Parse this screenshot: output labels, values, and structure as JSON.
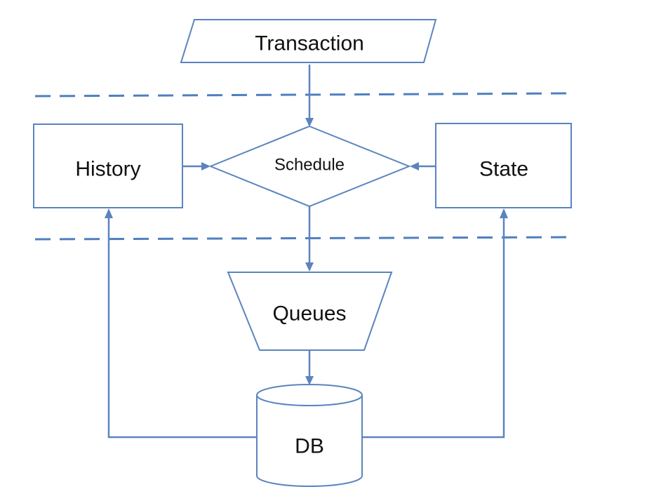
{
  "nodes": {
    "transaction": "Transaction",
    "schedule": "Schedule",
    "history": "History",
    "state": "State",
    "queues": "Queues",
    "db": "DB"
  },
  "colors": {
    "stroke": "#5b84bf",
    "divider": "#4f7fbf",
    "fill": "#ffffff",
    "text": "#111111"
  }
}
